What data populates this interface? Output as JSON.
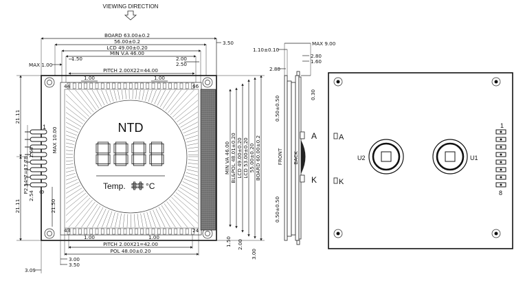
{
  "header": {
    "viewing_direction": "VIEWING DIRECTION"
  },
  "front_view": {
    "board_width": "BOARD 63.00±0.2",
    "dim_56": "56.00±0.2",
    "lcd_width": "LCD 49.00±0.20",
    "va_width": "MIN V.A 46.00",
    "max_1": "MAX 1.00",
    "dim_150_top": "1.50",
    "dim_200_top": "2.00",
    "dim_250_top": "2.50",
    "dim_350_top": "3.50",
    "pitch_top": "PITCH 2.00X22=44.00",
    "dim_100_tl": "1.00",
    "dim_100_tr": "1.00",
    "dim_2111_top": "21.11",
    "dim_2111_bottom": "21.11",
    "max_10": "MAX 10.00",
    "pitch_side": "P2.54*7=17.78",
    "dim_160": "1.60",
    "dim_254": "2.54",
    "dim_2150": "21.50",
    "pin_1": "1",
    "pin_8": "8",
    "min_va_h": "MIN VA 46.00",
    "bl_pol_h": "BL&POL 48.01±0.20",
    "lcd_h": "LCD 49.00±0.20",
    "lcd_h2": "LCD 53.00±0.20",
    "dim_55": "55.00±0.20",
    "board_h": "BOARD 60.00±0.2",
    "dim_150_r": "1.50",
    "dim_200_r": "2.00",
    "dim_300_r": "3.00",
    "dim_100_bl": "1.00",
    "dim_100_br": "1.00",
    "pitch_bottom": "PITCH 2.00X21=42.00",
    "pol_width": "POL 48.00±0.20",
    "dim_300_b": "3.00",
    "dim_350_b": "3.50",
    "dim_309": "3.09",
    "pad_43": "43",
    "pad_24": "24",
    "pad_44": "44",
    "pad_66": "66"
  },
  "lcd": {
    "brand": "NTD",
    "digits": [
      "8",
      "8",
      "8",
      "8"
    ],
    "temp_label": "Temp.",
    "temp_digits": [
      "8",
      "8"
    ],
    "temp_unit": "°C"
  },
  "side_view": {
    "max_9": "MAX 9.00",
    "dim_110": "1.10±0.10",
    "dim_280_top": "2.80",
    "dim_160": "1.60",
    "dim_280_left": "2.80",
    "dim_030": "0.30",
    "dim_050_top": "0.50±0.50",
    "dim_050_bottom": "0.50±0.50",
    "front": "FRONT",
    "back": "BACK",
    "anode": "A",
    "cathode": "K"
  },
  "back_view": {
    "anode": "A",
    "cathode": "K",
    "u1": "U1",
    "u2": "U2",
    "pin_1": "1",
    "pin_8": "8"
  }
}
